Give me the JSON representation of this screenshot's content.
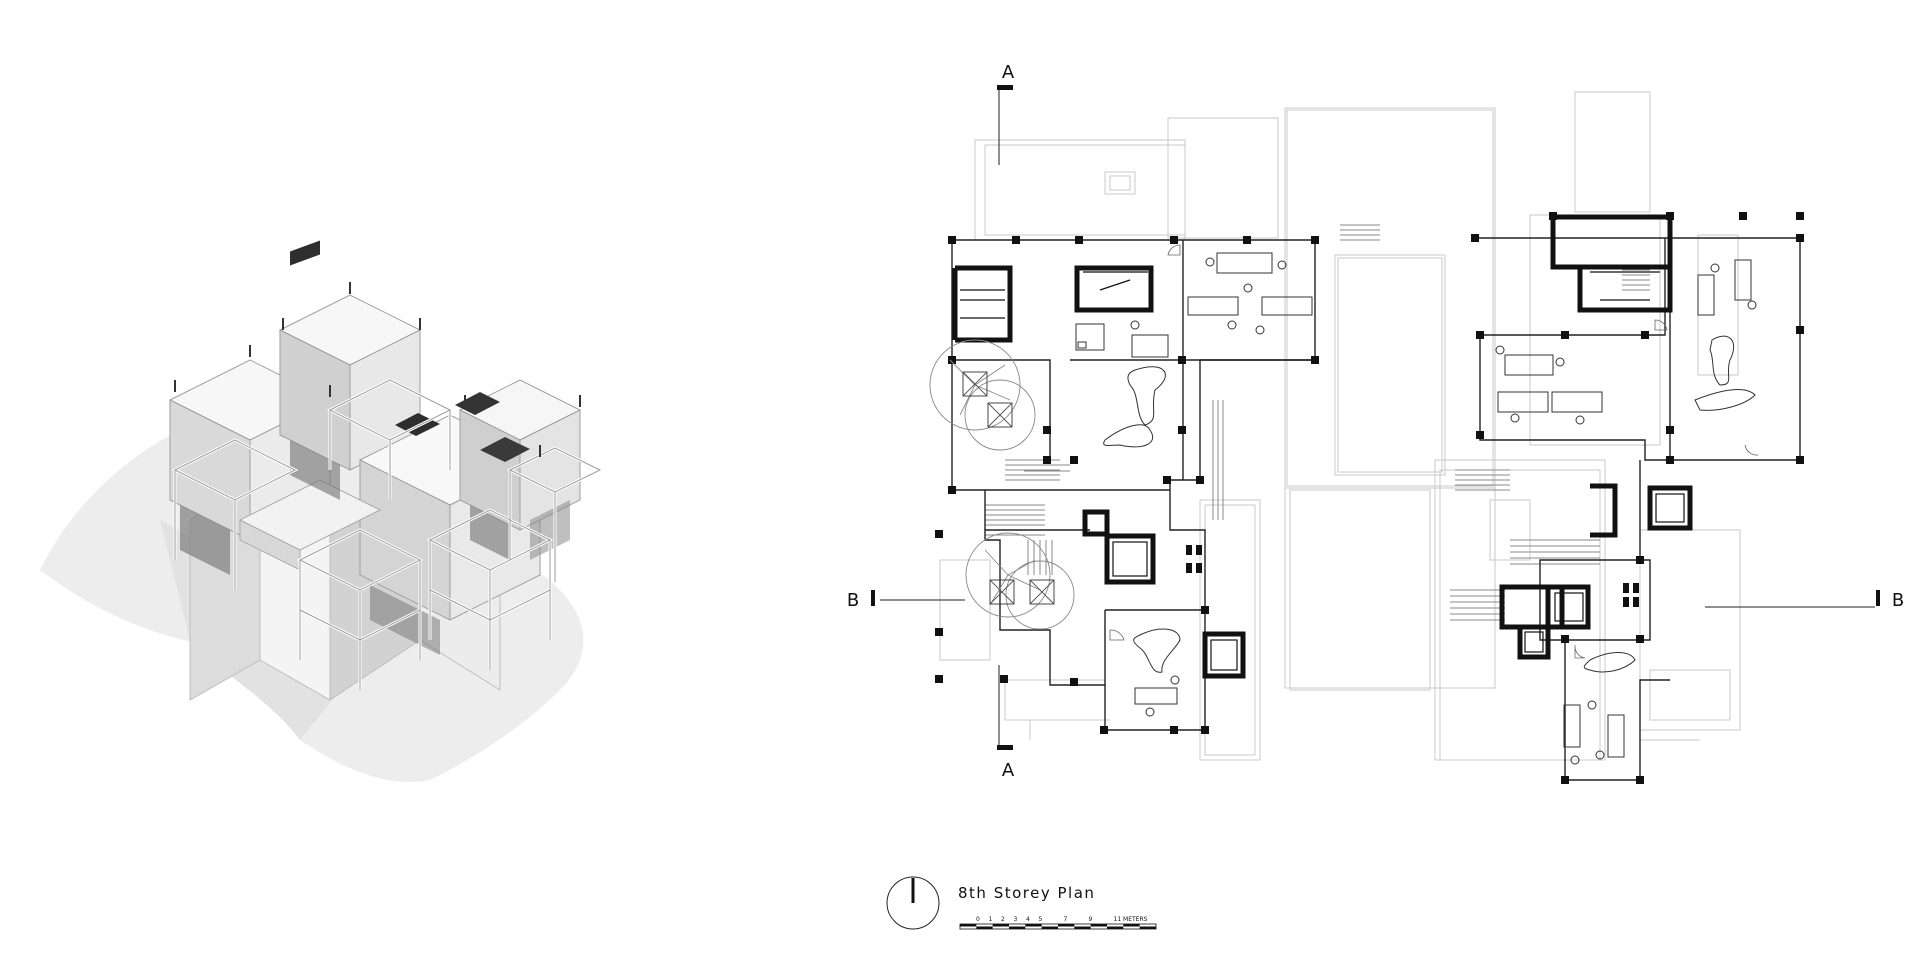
{
  "plan": {
    "title": "8th Storey Plan",
    "section_marks": {
      "a": "A",
      "b": "B"
    },
    "scale_bar": {
      "labels": [
        "0",
        "1",
        "2",
        "3",
        "4",
        "5",
        "7",
        "9",
        "11 METERS"
      ]
    }
  },
  "colors": {
    "wall": "#111111",
    "line": "#9a9a9a",
    "light_line": "#c8c8c8",
    "shade": "#e6e6e6"
  },
  "icons": [
    "north-arrow-icon",
    "tree-icon",
    "furniture-icon"
  ]
}
